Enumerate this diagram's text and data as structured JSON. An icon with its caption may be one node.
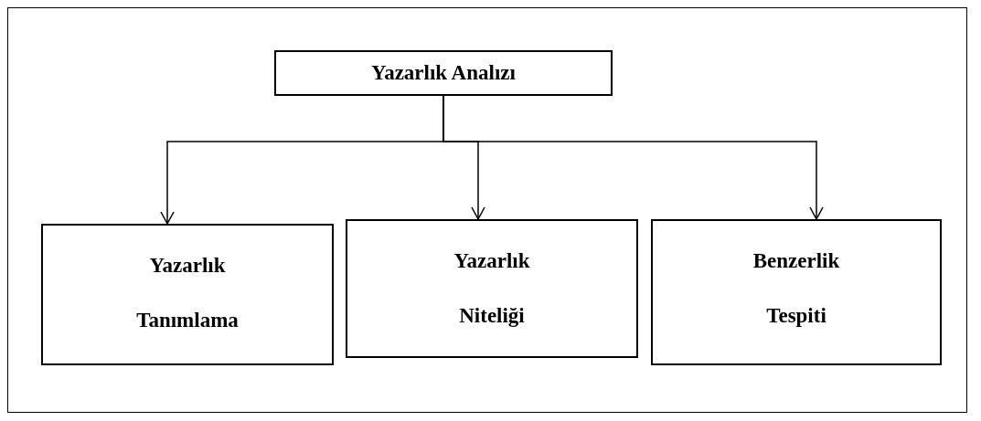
{
  "diagram": {
    "nodes": [
      {
        "text": [
          "Yazarlık Analızı"
        ]
      },
      {
        "text": [
          "Yazarlık Tanımlama"
        ]
      },
      {
        "text": [
          "Yazarlık Niteliği"
        ]
      },
      {
        "text": [
          "Benzerlik Tespiti"
        ]
      }
    ],
    "edges": [
      {
        "from": 0,
        "to": 1,
        "arrow": "to"
      },
      {
        "from": 0,
        "to": 2,
        "arrow": "to"
      },
      {
        "from": 0,
        "to": 3,
        "arrow": "to"
      }
    ]
  }
}
